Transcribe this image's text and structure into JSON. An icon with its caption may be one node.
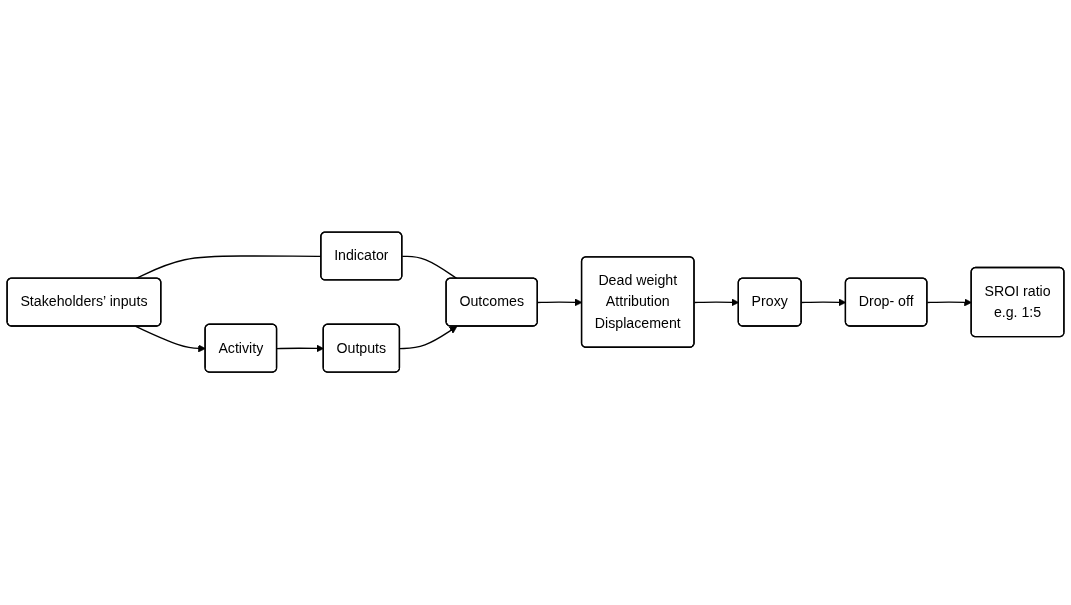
{
  "diagram": {
    "nodes": [
      {
        "text": [
          "Indicator"
        ]
      },
      {
        "text": [
          "Stakeholders’ inputs"
        ]
      },
      {
        "text": [
          "Activity"
        ]
      },
      {
        "text": [
          "Outputs"
        ]
      },
      {
        "text": [
          "Outcomes"
        ]
      },
      {
        "text": [
          "Dead weight",
          "Attribution",
          "Displacement"
        ]
      },
      {
        "text": [
          "Proxy"
        ]
      },
      {
        "text": [
          "Drop- off"
        ]
      },
      {
        "text": [
          "SROI ratio",
          "e.g.  1:5"
        ]
      }
    ],
    "edges": [
      {
        "from": 1,
        "to": 0,
        "arrow": "none"
      },
      {
        "from": 0,
        "to": 4,
        "arrow": "none"
      },
      {
        "from": 1,
        "to": 2,
        "arrow": "to"
      },
      {
        "from": 2,
        "to": 3,
        "arrow": "to"
      },
      {
        "from": 3,
        "to": 4,
        "arrow": "to"
      },
      {
        "from": 4,
        "to": 5,
        "arrow": "to"
      },
      {
        "from": 5,
        "to": 6,
        "arrow": "to"
      },
      {
        "from": 6,
        "to": 7,
        "arrow": "to"
      },
      {
        "from": 7,
        "to": 8,
        "arrow": "to"
      }
    ]
  }
}
